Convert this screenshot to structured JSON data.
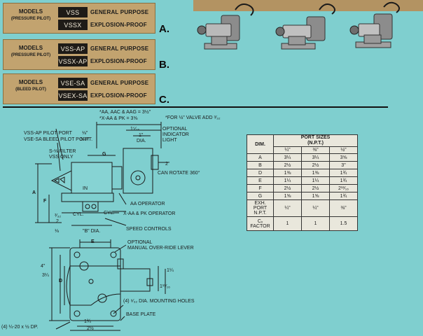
{
  "panels": [
    {
      "letter": "A.",
      "models_label": "MODELS",
      "pilot_label": "(PRESSURE PILOT)",
      "rows": [
        {
          "code": "VSS",
          "purpose": "GENERAL PURPOSE"
        },
        {
          "code": "VSSX",
          "purpose": "EXPLOSION-PROOF"
        }
      ]
    },
    {
      "letter": "B.",
      "models_label": "MODELS",
      "pilot_label": "(PRESSURE PILOT)",
      "rows": [
        {
          "code": "VSS-AP",
          "purpose": "GENERAL PURPOSE"
        },
        {
          "code": "VSSX-AP",
          "purpose": "EXPLOSION-PROOF"
        }
      ]
    },
    {
      "letter": "C.",
      "models_label": "MODELS",
      "pilot_label": "(BLEED PILOT)",
      "rows": [
        {
          "code": "VSE-SA",
          "purpose": "GENERAL PURPOSE"
        },
        {
          "code": "VSEX-SA",
          "purpose": "EXPLOSION-PROOF"
        }
      ]
    }
  ],
  "notes": {
    "aa_dim": "*AA, AAC & AAG = 3½\"",
    "xaa_dim": "*X-AA & PK = 3⅝",
    "half_valve": "*FOR ½\" VALVE ADD ³⁄₃₂"
  },
  "side_view": {
    "pilot_port_1": "VSS-AP PILOT PORT",
    "pilot_port_2": "VSE-SA BLEED PILOT PORT",
    "npt_size": "⅛\"",
    "npt_label": "N.PT.",
    "filter_1": "S-⅛ FILTER",
    "filter_2": "VSS ONLY",
    "g": "G",
    "one_16": "1⁵⁄₁₆",
    "one_in": "1\"",
    "dia": "DIA.",
    "opt_ind_1": "OPTIONAL",
    "opt_ind_2": "INDICATOR",
    "opt_ind_3": "LIGHT",
    "two_in": "2\"",
    "can_rotate": "CAN ROTATE 360°",
    "a": "A",
    "f": "F",
    "in_port": "IN",
    "cyl_left": "CYL.",
    "cyl_right": "CYL.",
    "dim_3_32": "³⁄₃₂",
    "dim_3_32b": "2",
    "dim_1_8": "⅛",
    "b_dia": "\"B\" DIA.",
    "aa_operator": "AA OPERATOR",
    "xaa_operator": "X-AA & PK OPERATOR",
    "speed_controls": "SPEED CONTROLS"
  },
  "bottom_view": {
    "e": "E",
    "opt_manual_1": "OPTIONAL",
    "opt_manual_2": "MANUAL OVER-RIDE LEVER",
    "four_in": "4\"",
    "three_q": "3¼",
    "d": "D",
    "one_q": "1¼",
    "one_11_16": "1¹¹⁄₁₆",
    "mounting_holes": "(4) ⁹⁄₃₂ DIA. MOUNTING HOLES",
    "tapped": "(4) ¼-20 x ½ DP.",
    "base_plate": "BASE PLATE",
    "one_3_4": "1¾",
    "two_half": "2½"
  },
  "port_table": {
    "dim_header": "DIM.",
    "title_1": "PORT SIZES",
    "title_2": "(N.P.T.)",
    "sizes": [
      "¼\"",
      "⅜\"",
      "½\""
    ],
    "rows": [
      {
        "dim": "A",
        "vals": [
          "3¼",
          "3¼",
          "3⅝"
        ]
      },
      {
        "dim": "B",
        "vals": [
          "2½",
          "2½",
          "3\""
        ]
      },
      {
        "dim": "D",
        "vals": [
          "1⅜",
          "1⅜",
          "1¾"
        ]
      },
      {
        "dim": "E",
        "vals": [
          "1¼",
          "1¼",
          "1¾"
        ]
      },
      {
        "dim": "F",
        "vals": [
          "2½",
          "2½",
          "2¹³⁄₁₆"
        ]
      },
      {
        "dim": "G",
        "vals": [
          "1⅝",
          "1⅝",
          "1¾"
        ]
      }
    ],
    "exh_1": "EXH.",
    "exh_2": "PORT",
    "exh_3": "N.P.T.",
    "exh_vals": [
      "¼\"",
      "¼\"",
      "⅜\""
    ],
    "cv_1": "Cᵥ",
    "cv_2": "FACTOR",
    "cv_vals": [
      "1",
      "1",
      "1.5"
    ]
  }
}
